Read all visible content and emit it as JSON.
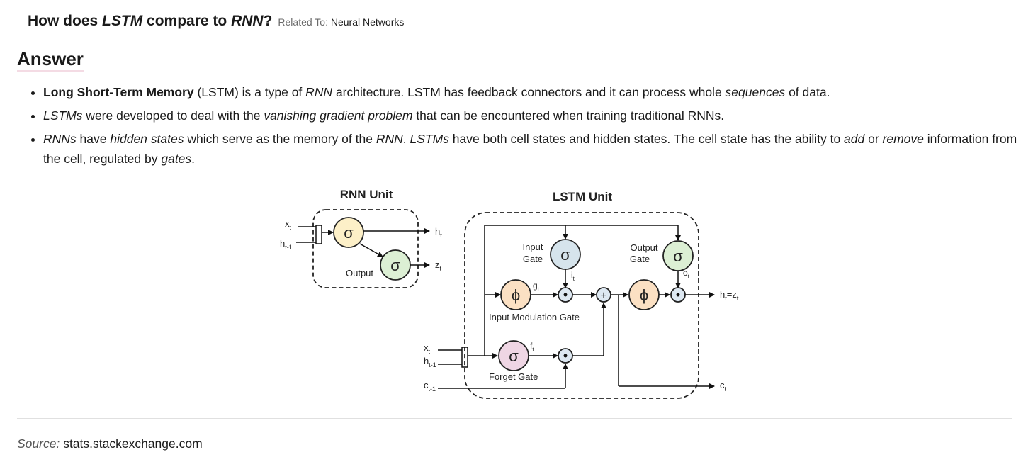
{
  "question": {
    "prefix": "How does",
    "term1": "LSTM",
    "middle": "compare to",
    "term2": "RNN",
    "suffix": "?",
    "related_label": "Related To:",
    "related_link": "Neural Networks"
  },
  "answer_heading": "Answer",
  "bullets": [
    {
      "parts": [
        {
          "t": "Long Short-Term Memory",
          "s": "b"
        },
        {
          "t": " (LSTM) is a type of ",
          "s": ""
        },
        {
          "t": "RNN",
          "s": "i"
        },
        {
          "t": " architecture. LSTM has feedback connectors and it can process whole ",
          "s": ""
        },
        {
          "t": "sequences",
          "s": "i"
        },
        {
          "t": " of data.",
          "s": ""
        }
      ]
    },
    {
      "parts": [
        {
          "t": "LSTMs",
          "s": "i"
        },
        {
          "t": " were developed to deal with the ",
          "s": ""
        },
        {
          "t": "vanishing gradient problem",
          "s": "i"
        },
        {
          "t": " that can be encountered when training traditional RNNs.",
          "s": ""
        }
      ]
    },
    {
      "parts": [
        {
          "t": "RNNs",
          "s": "i"
        },
        {
          "t": " have ",
          "s": ""
        },
        {
          "t": "hidden states",
          "s": "i"
        },
        {
          "t": " which serve as the memory of the ",
          "s": ""
        },
        {
          "t": "RNN",
          "s": "i"
        },
        {
          "t": ". ",
          "s": ""
        },
        {
          "t": "LSTMs",
          "s": "i"
        },
        {
          "t": " have both cell states and hidden states. The cell state has the ability to ",
          "s": ""
        },
        {
          "t": "add",
          "s": "i"
        },
        {
          "t": " or ",
          "s": ""
        },
        {
          "t": "remove",
          "s": "i"
        },
        {
          "t": " information from the cell, regulated by ",
          "s": ""
        },
        {
          "t": "gates",
          "s": "i"
        },
        {
          "t": ".",
          "s": ""
        }
      ]
    }
  ],
  "diagram": {
    "rnn_title": "RNN Unit",
    "lstm_title": "LSTM Unit",
    "sigma": "σ",
    "phi": "ϕ",
    "dot": "•",
    "plus": "+",
    "rnn_output": "Output",
    "input_gate_1": "Input",
    "input_gate_2": "Gate",
    "output_gate_1": "Output",
    "output_gate_2": "Gate",
    "input_mod_gate": "Input Modulation Gate",
    "forget_gate": "Forget Gate",
    "x": "x",
    "h": "h",
    "c": "c",
    "z": "z",
    "sub_t": "t",
    "sub_t1": "t-1",
    "g": "g",
    "i": "i",
    "f": "f",
    "o": "o",
    "eq": "=",
    "colors": {
      "yellow": "#fdf0c8",
      "green": "#dcefd4",
      "blue": "#d6e4ec",
      "orange": "#fbe0c3",
      "pink": "#efd6e4",
      "node_blue": "#dde8f2"
    }
  },
  "source_label": "Source:",
  "source_value": "stats.stackexchange.com"
}
